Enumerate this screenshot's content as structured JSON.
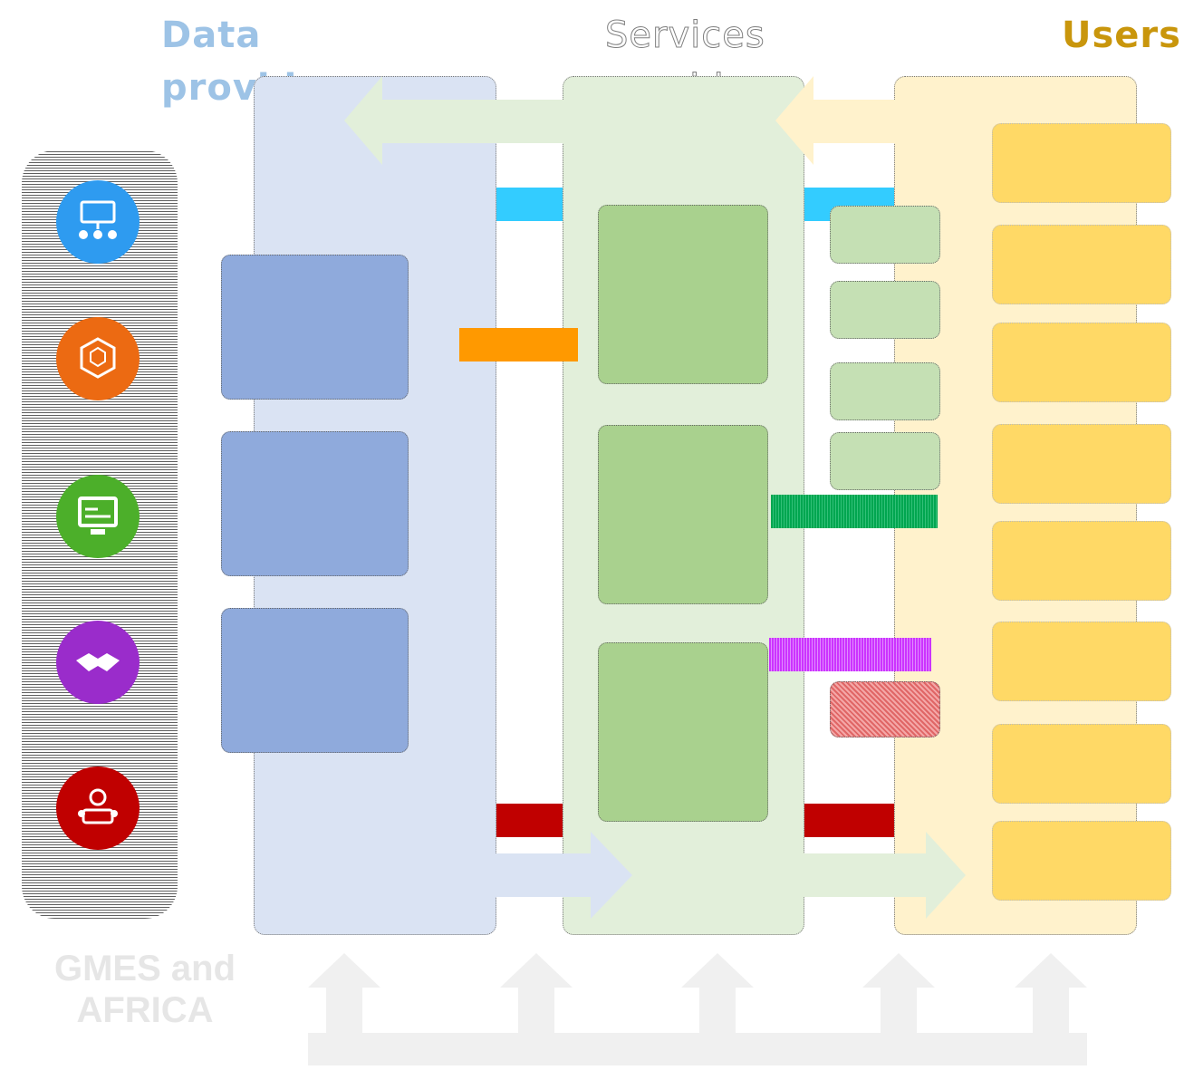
{
  "titles": {
    "data_providers": "Data providers",
    "services_providers": "Services providers",
    "users": "Users"
  },
  "sidebar": {
    "icons": [
      {
        "name": "network-icon",
        "color": "#2e9bf0",
        "glyph": "☷"
      },
      {
        "name": "hexagon-cluster-icon",
        "color": "#ec6a12",
        "glyph": "⬡"
      },
      {
        "name": "monitor-icon",
        "color": "#4caf2a",
        "glyph": "▤"
      },
      {
        "name": "handshake-icon",
        "color": "#9a2ccb",
        "glyph": "❦"
      },
      {
        "name": "meeting-icon",
        "color": "#c00000",
        "glyph": "☺"
      }
    ]
  },
  "footer": {
    "label": "GMES and AFRICA"
  },
  "colors": {
    "data_column": "#dae3f3",
    "services_column": "#e2efda",
    "users_column": "#fff2cc",
    "cyan_bar": "#33ccff",
    "orange_bar": "#ff9900",
    "green_bar": "#00a650",
    "magenta_bar": "#cc33ff",
    "red_bar": "#c00000"
  }
}
